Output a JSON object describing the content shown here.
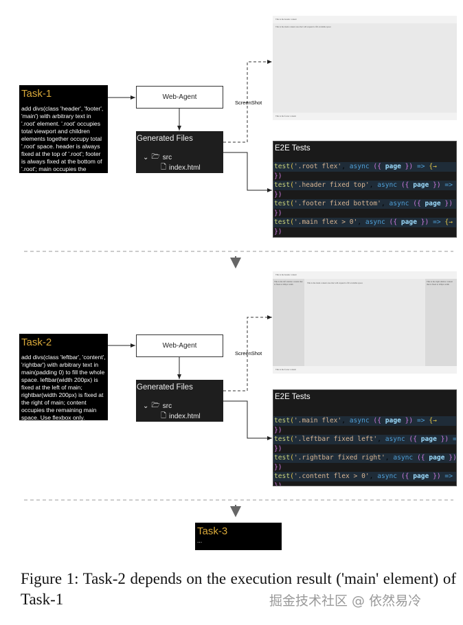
{
  "tasks": [
    {
      "title": "Task-1",
      "description": "add divs(class 'header', 'footer', 'main') with arbitrary text in '.root' element. '.root' occupies total viewport and children elements together occupy total '.root' space. header is always fixed at the top of '.root'; footer is always fixed at the bottom of '.root'; main occupies the remaining '.root' space...",
      "agent": "Web-Agent",
      "files_title": "Generated Files",
      "folder": "src",
      "file": "index.html",
      "screenshot_label": "ScreenShot",
      "preview": {
        "header": "This is the header content",
        "main": "This is the main content area that will expand to fill available space",
        "footer": "This is the footer content"
      },
      "tests_title": "E2E Tests",
      "tests": [
        {
          "name": "'.root flex'",
          "tail": "{→"
        },
        {
          "name": "'.header fixed top'",
          "tail": "{→"
        },
        {
          "name": "'.footer fixed bottom'",
          "tail": ""
        },
        {
          "name": "'.main flex > 0'",
          "tail": "{→"
        }
      ]
    },
    {
      "title": "Task-2",
      "description": "add divs(class 'leftbar', 'content', 'rightbar') with arbitrary text in main(padding 0) to fill the whole space. leftbar(width 200px) is fixed at the left of main; rightbar(width 200px) is fixed at the right of main; content occupies the remaining main space. Use flexbox only.",
      "agent": "Web-Agent",
      "files_title": "Generated Files",
      "folder": "src",
      "file": "index.html",
      "screenshot_label": "ScreenShot",
      "preview": {
        "header": "This is the header content",
        "left": "This is the left sidebar content that is fixed at 200px width",
        "main": "This is the main content area that will expand to fill available space",
        "right": "This is the right sidebar content that is fixed at 200px width",
        "footer": "This is the footer content"
      },
      "tests_title": "E2E Tests",
      "tests": [
        {
          "name": "'.main flex'",
          "tail": "{→"
        },
        {
          "name": "'.leftbar fixed left'",
          "tail": "{→"
        },
        {
          "name": "'.rightbar fixed right'",
          "tail": ""
        },
        {
          "name": "'.content flex > 0'",
          "tail": "{→"
        }
      ]
    },
    {
      "title": "Task-3",
      "description": "..."
    }
  ],
  "code_tokens": {
    "fn": "test",
    "open": "(",
    ", ": ", ",
    "async": "async",
    "args_open": "({ ",
    "page": "page",
    "args_close": " })",
    "arrow": " => ",
    "close": "})"
  },
  "caption": "Figure 1:  Task-2 depends on the execution result ('main' element) of Task-1",
  "watermark": "掘金技术社区 @ 依然易冷",
  "colors": {
    "task_title": "#d9a93a",
    "dark_panel": "#1e1e1e",
    "preview_bg": "#e9e9e9"
  }
}
